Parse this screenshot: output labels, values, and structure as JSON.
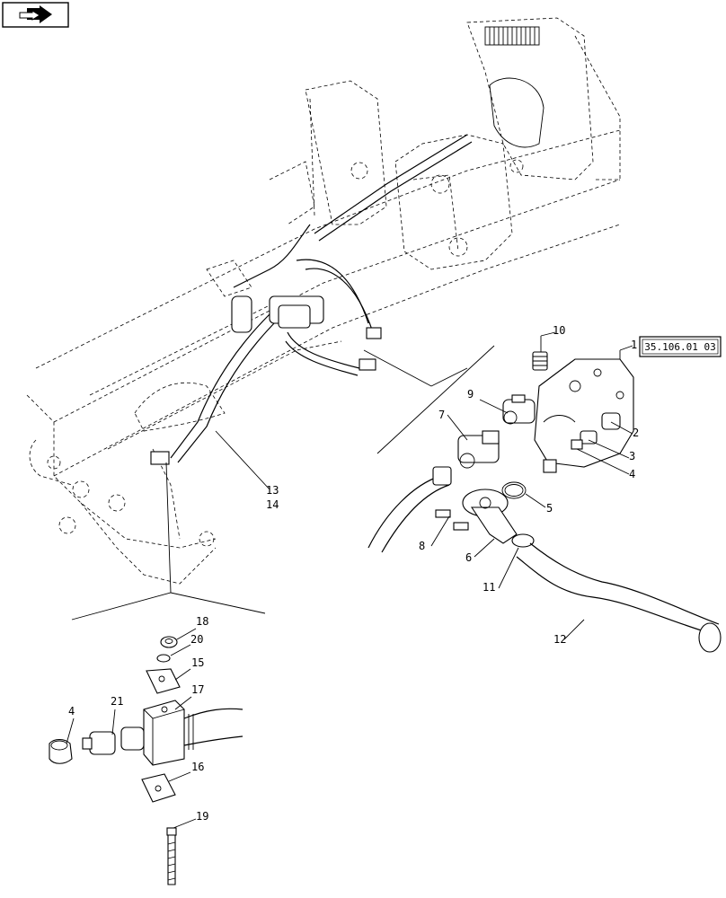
{
  "reference_box": "35.106.01 03",
  "nav_icon": "arrow-nav-icon",
  "labels": {
    "p1": "1",
    "p2": "2",
    "p3": "3",
    "p4": "4",
    "p5": "5",
    "p6": "6",
    "p7": "7",
    "p8": "8",
    "p9": "9",
    "p10": "10",
    "p11": "11",
    "p12": "12",
    "p13": "13",
    "p14": "14",
    "p4b": "4",
    "p15": "15",
    "p16": "16",
    "p17": "17",
    "p18": "18",
    "p19": "19",
    "p20": "20",
    "p21": "21"
  }
}
